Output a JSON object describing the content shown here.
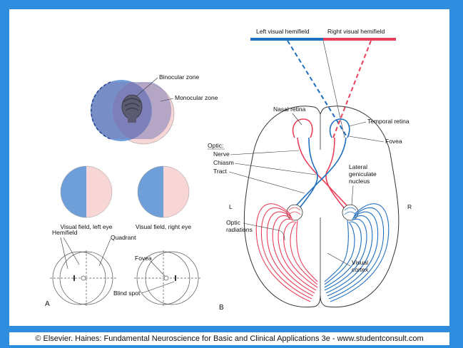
{
  "panel_a": {
    "letter": "A",
    "binocular_zone": "Binocular zone",
    "monocular_zone": "Monocular zone",
    "visual_field_left": "Visual field, left eye",
    "visual_field_right": "Visual field, right eye",
    "hemifield": "Hemifield",
    "quadrant": "Quadrant",
    "fovea": "Fovea",
    "blind_spot": "Blind spot"
  },
  "panel_b": {
    "letter": "B",
    "left_hemifield": "Left visual hemifield",
    "right_hemifield": "Right visual hemifield",
    "nasal_retina": "Nasal retina",
    "temporal_retina": "Temporal retina",
    "fovea": "Fovea",
    "optic": "Optic:",
    "nerve": "Nerve",
    "chiasm": "Chiasm",
    "tract": "Tract",
    "lateral_geniculate_1": "Lateral",
    "lateral_geniculate_2": "geniculate",
    "lateral_geniculate_3": "nucleus",
    "left_side": "L",
    "right_side": "R",
    "optic_radiations_1": "Optic",
    "optic_radiations_2": "radiations",
    "visual_cortex_1": "Visual",
    "visual_cortex_2": "cortex"
  },
  "caption": "© Elsevier. Haines: Fundamental Neuroscience for Basic and Clinical Applications 3e - www.studentconsult.com",
  "colors": {
    "blue": "#1f6fc0",
    "red": "#e8405a",
    "field_blue": "#6f9fd8",
    "field_pink": "#f9d6d6",
    "overlap": "#7a7fb8",
    "background": "#2f8de0"
  }
}
